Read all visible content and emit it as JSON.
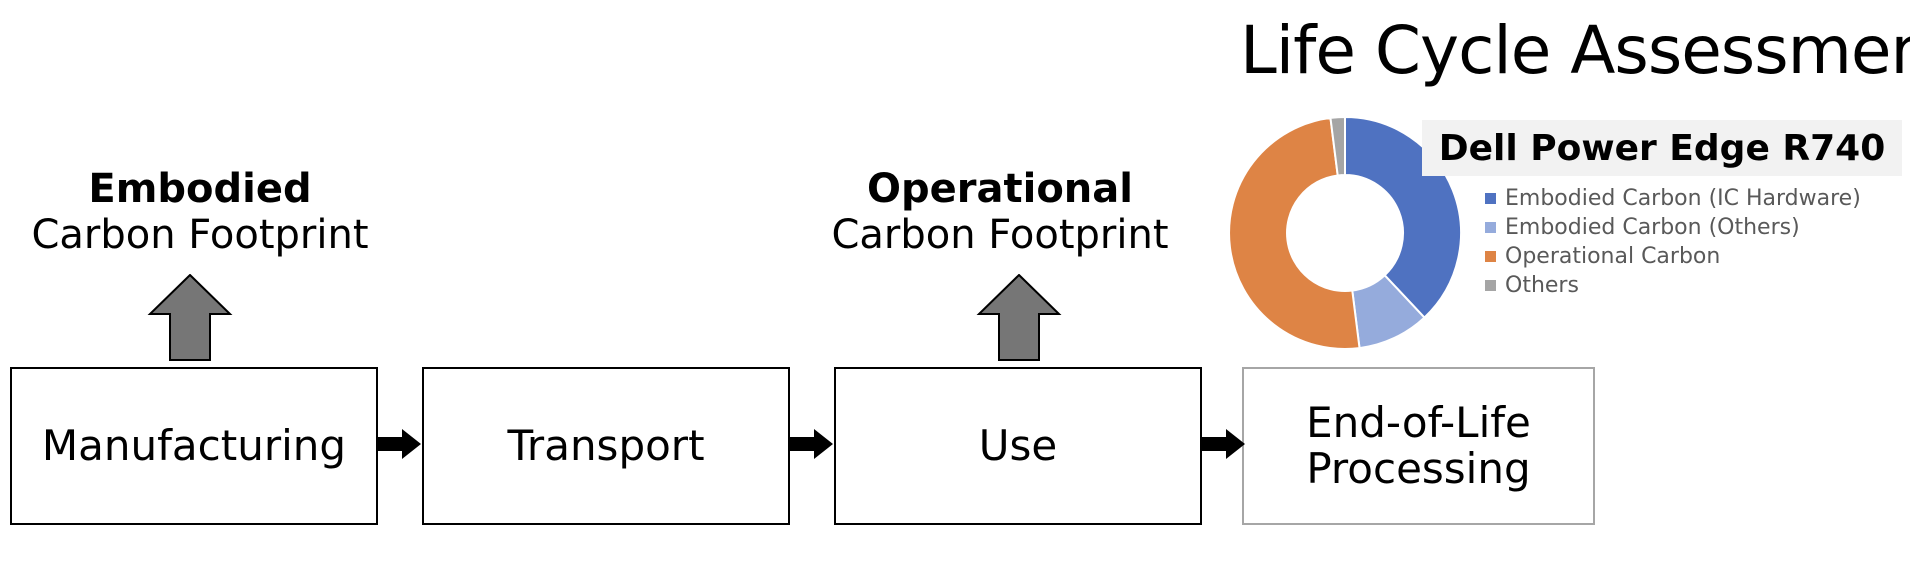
{
  "title": "Life Cycle Assessment",
  "labels": {
    "embodied": {
      "strong": "Embodied",
      "normal": "Carbon Footprint"
    },
    "operational": {
      "strong": "Operational",
      "normal": "Carbon Footprint"
    }
  },
  "stages": [
    {
      "label": "Manufacturing"
    },
    {
      "label": "Transport"
    },
    {
      "label": "Use"
    },
    {
      "label": "End-of-Life\nProcessing"
    }
  ],
  "colors": {
    "arrow_gray": "#767676",
    "stage_border": "#000000",
    "eol_border": "#a6a6a6"
  },
  "chart_data": {
    "type": "pie",
    "donut": true,
    "title": "Dell Power Edge R740",
    "legend_position": "right",
    "series": [
      {
        "name": "Embodied Carbon (IC Hardware)",
        "value": 38,
        "color": "#4f72c1"
      },
      {
        "name": "Embodied Carbon (Others)",
        "value": 10,
        "color": "#95abdc"
      },
      {
        "name": "Operational Carbon",
        "value": 50,
        "color": "#de8445"
      },
      {
        "name": "Others",
        "value": 2,
        "color": "#a5a5a5"
      }
    ]
  }
}
